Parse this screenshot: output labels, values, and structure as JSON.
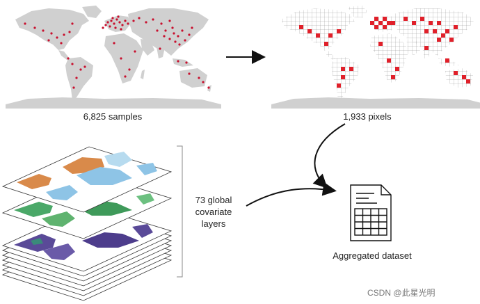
{
  "samples_map": {
    "caption": "6,825 samples"
  },
  "pixels_map": {
    "caption": "1,933 pixels"
  },
  "covariates": {
    "line1": "73 global",
    "line2": "covariate",
    "line3": "layers"
  },
  "dataset": {
    "caption": "Aggregated dataset"
  },
  "watermark": "CSDN @此星光明",
  "colors": {
    "land": "#d0d0d0",
    "samples": "#c8102e",
    "pixel_fill": "#e0202a",
    "grid": "#9a9a9a",
    "layer_orange": "#d98a4a",
    "layer_blue": "#8ec4e6",
    "layer_green": "#5fb36f",
    "layer_purple": "#5a4a98"
  }
}
